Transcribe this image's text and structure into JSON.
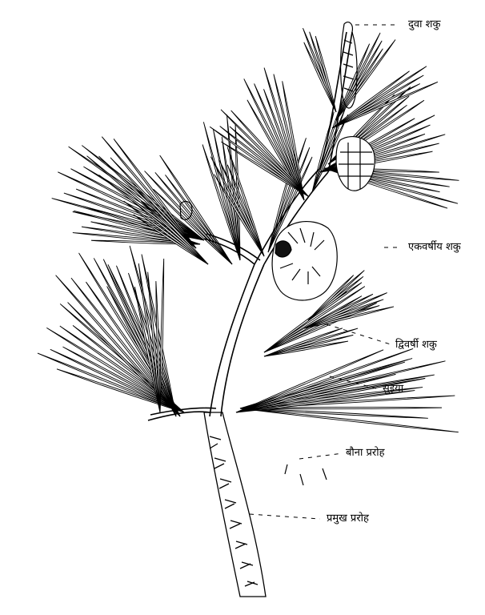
{
  "figure": {
    "background_color": "#ffffff",
    "ink_color": "#000000",
    "labels": {
      "young_cone": "दुवा शकु",
      "first_year_cone": "एकवर्षीय शकु",
      "second_year_cone": "द्विवर्षी शकु",
      "needles": "सुइया",
      "dwarf_shoot": "बौना प्ररोह",
      "main_shoot": "प्रमुख प्ररोह"
    }
  }
}
